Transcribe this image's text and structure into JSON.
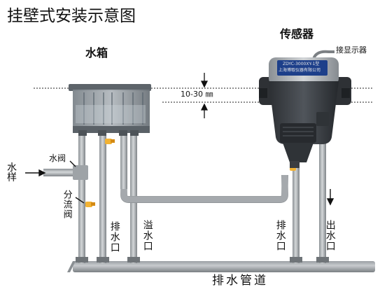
{
  "title": "挂壁式安装示意图",
  "labels": {
    "tank": "水箱",
    "sensor": "传感器",
    "display": "接显示器",
    "range": "10-30 ㎜",
    "water_valve": "水阀",
    "water_sample": "水样",
    "split_valve": "分流阀",
    "drain_tank": "排水口",
    "overflow": "溢水口",
    "drain_sensor": "排水口",
    "outlet": "出水口",
    "drain_pipe": "排水管道"
  },
  "sensor_plate": {
    "model": "ZDYC-3000XY-1型",
    "maker": "上海博取仪器有限公司"
  },
  "colors": {
    "pipe": "#aeb2b5",
    "pipe_dark": "#7d8286",
    "sensor_body": "#3a3d42",
    "tank_glass": "#8f969c",
    "valve": "#f2b233"
  }
}
